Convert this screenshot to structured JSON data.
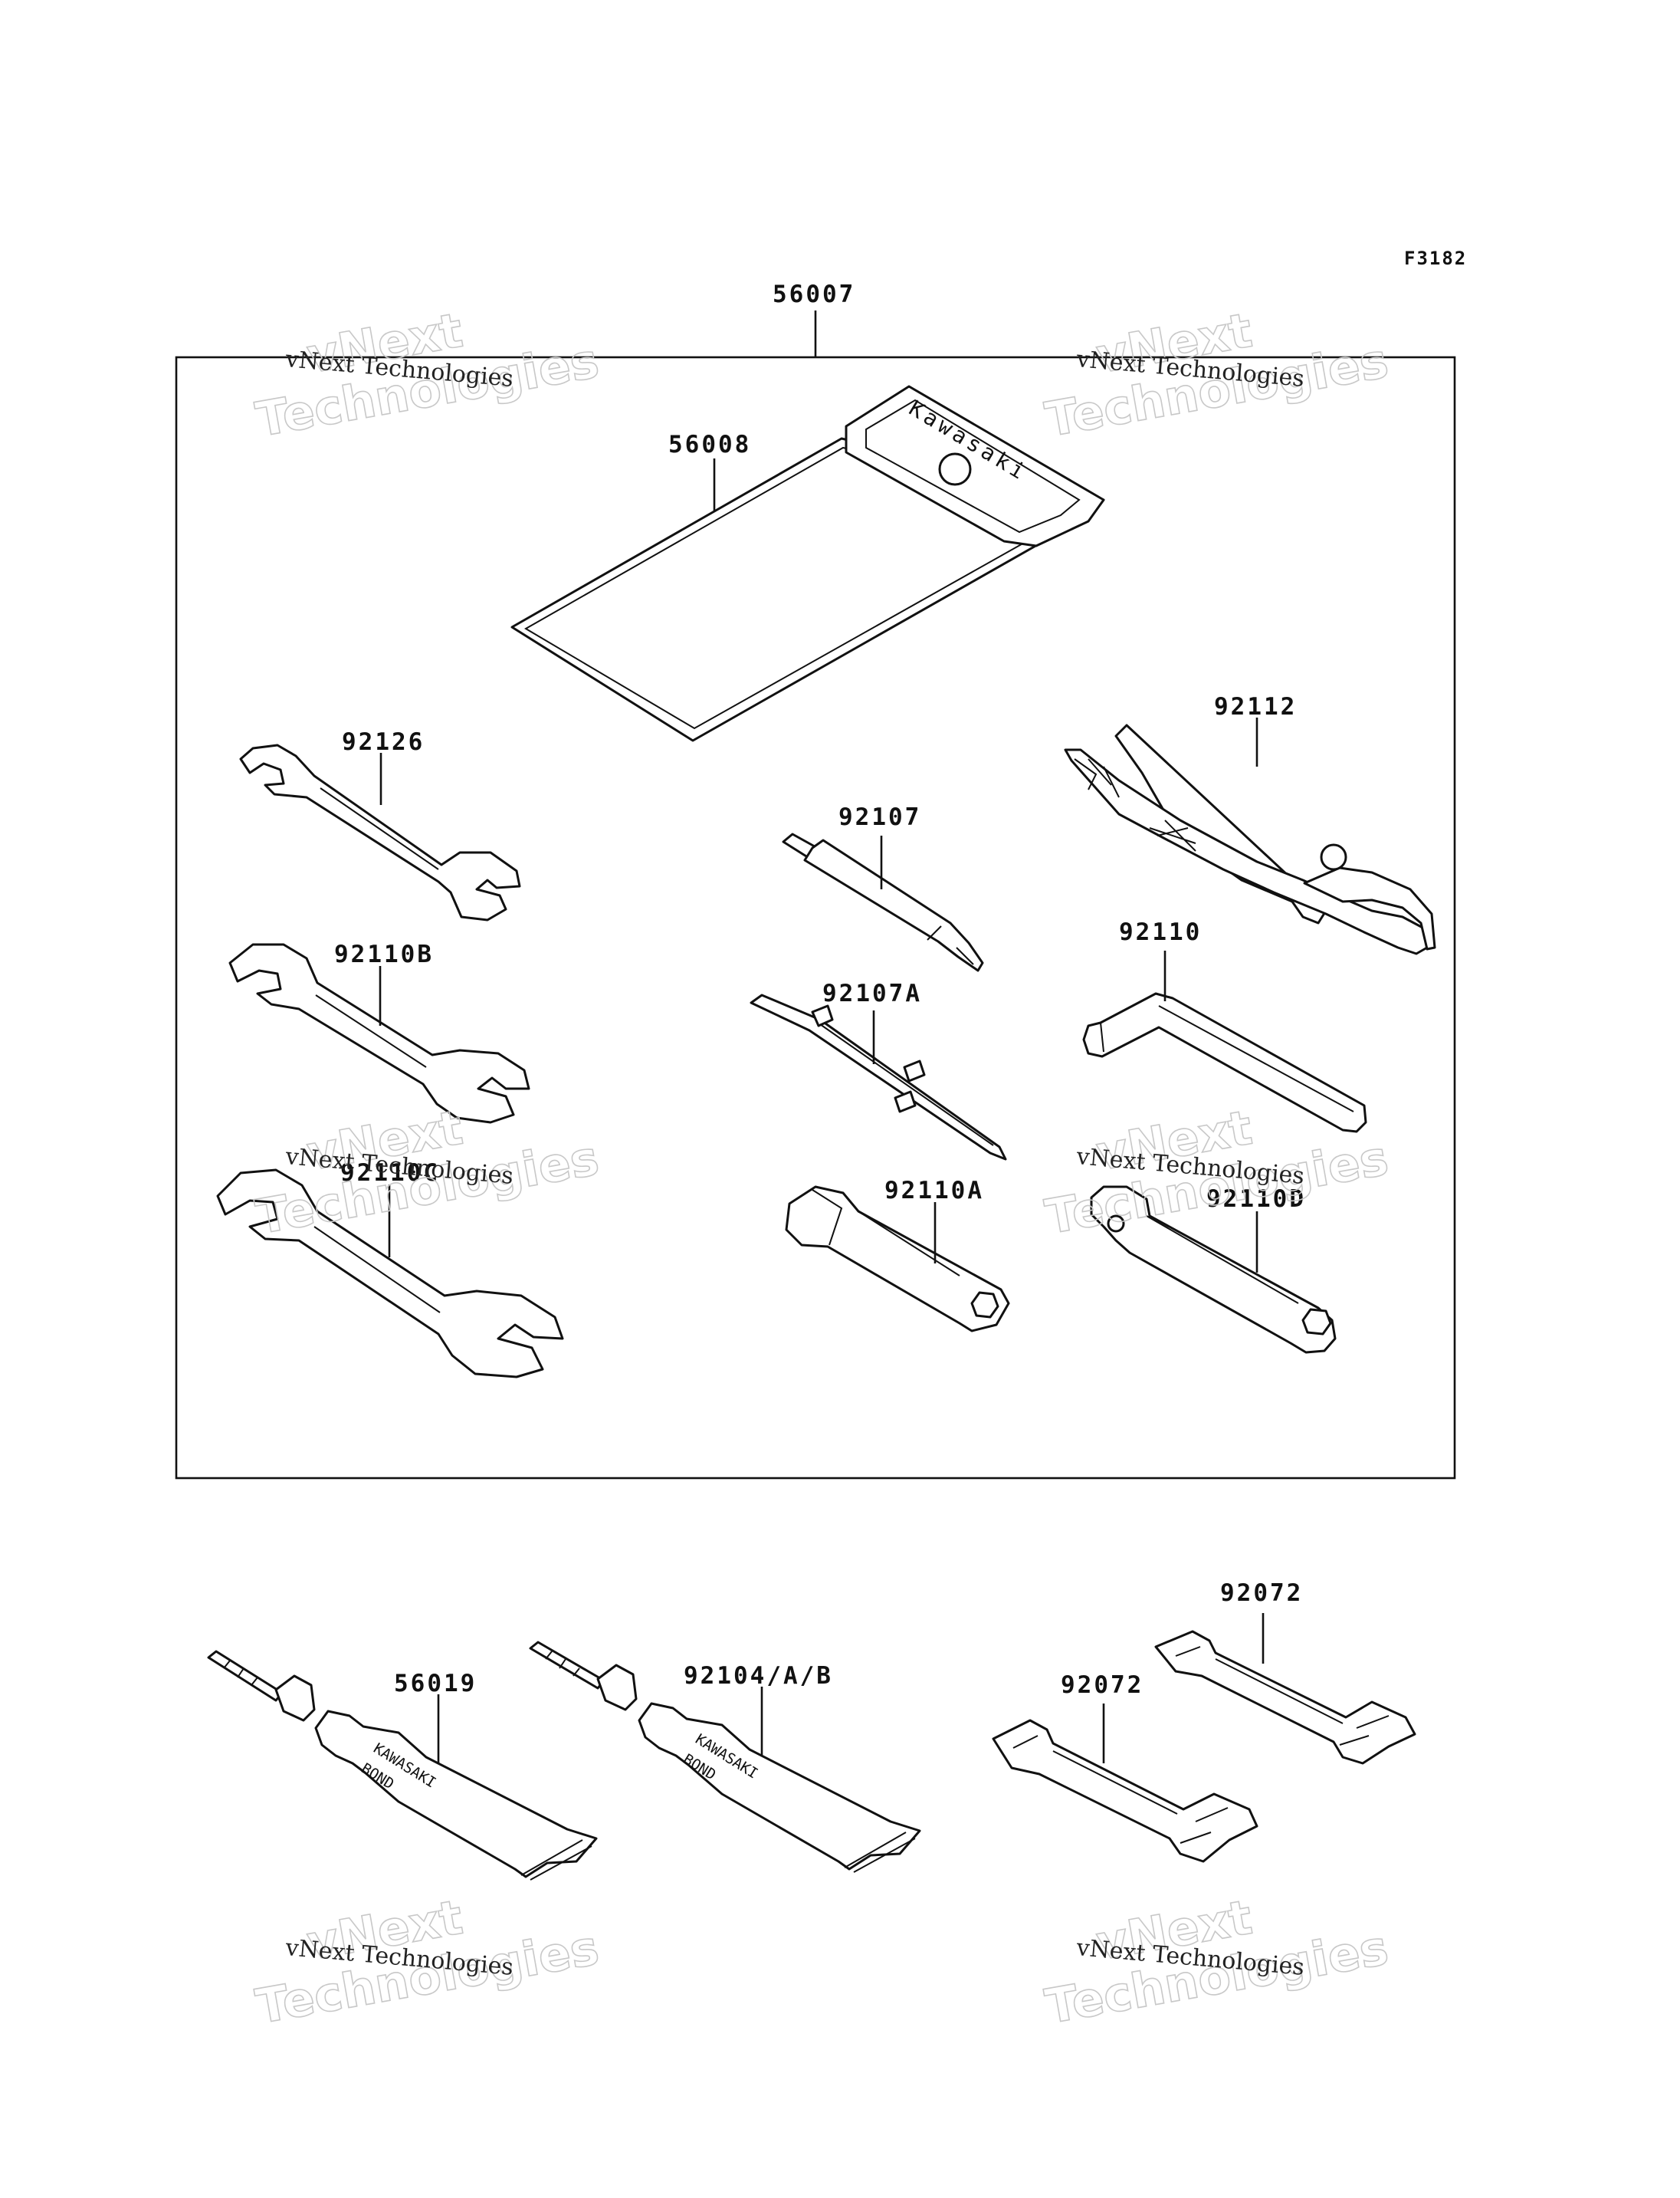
{
  "figure_id": "F3182",
  "kit": {
    "part_no": "56007"
  },
  "parts": {
    "p56008": "56008",
    "p92126": "92126",
    "p92112": "92112",
    "p92107": "92107",
    "p92110B": "92110B",
    "p92110": "92110",
    "p92107A": "92107A",
    "p92110C": "92110C",
    "p92110A": "92110A",
    "p92110D": "92110D",
    "p56019": "56019",
    "p92104": "92104/A/B",
    "p92072_upper": "92072",
    "p92072_lower": "92072"
  },
  "markings": {
    "pouch_brand": "Kawasaki",
    "tube_line1": "KAWASAKI",
    "tube_line2": "BOND"
  },
  "watermark": {
    "line_small": "vNext Technologies",
    "line_top": "vNext",
    "line_bottom": "Technologies"
  },
  "colors": {
    "ink": "#111111",
    "watermark_outline": "#c8c8c8",
    "background": "#ffffff"
  }
}
